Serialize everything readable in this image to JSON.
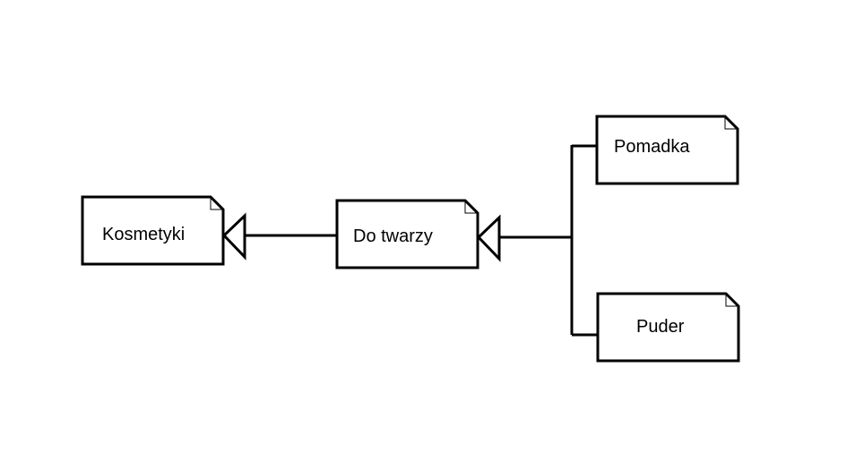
{
  "diagram": {
    "nodes": {
      "kosmetyki": "Kosmetyki",
      "do_twarzy": "Do twarzy",
      "pomadka": "Pomadka",
      "puder": "Puder"
    },
    "edges": [
      {
        "from": "do_twarzy",
        "to": "kosmetyki",
        "type": "generalization"
      },
      {
        "from": "pomadka",
        "to": "do_twarzy",
        "type": "generalization"
      },
      {
        "from": "puder",
        "to": "do_twarzy",
        "type": "generalization"
      }
    ],
    "colors": {
      "stroke": "#000000",
      "fill": "#ffffff"
    }
  }
}
